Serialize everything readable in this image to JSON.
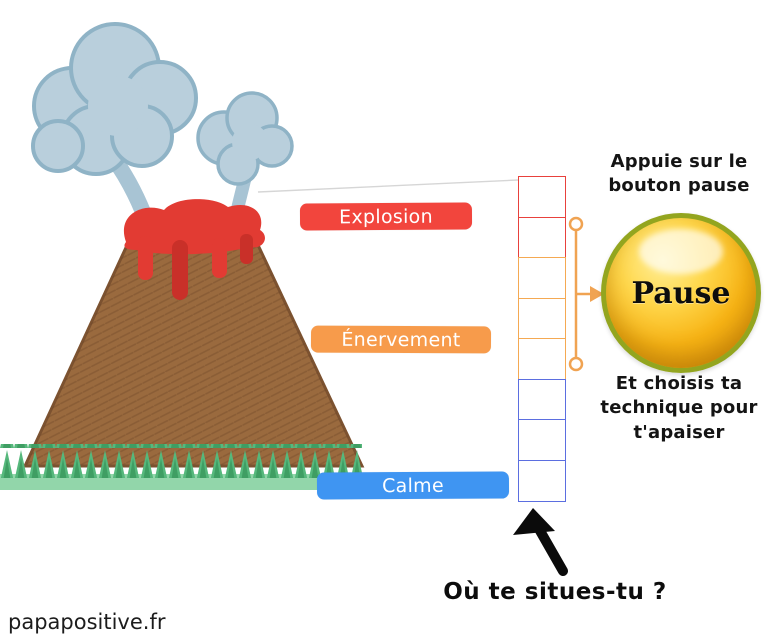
{
  "watermark": "papapositive.fr",
  "volcano": {
    "levels": [
      {
        "id": "explosion",
        "label": "Explosion",
        "color": "#f2453d"
      },
      {
        "id": "enervement",
        "label": "Énervement",
        "color": "#f79b4b"
      },
      {
        "id": "calme",
        "label": "Calme",
        "color": "#3f95f2"
      }
    ]
  },
  "scale": {
    "segments": [
      {
        "level": "explosion",
        "boxes": 2,
        "color": "#e8413c"
      },
      {
        "level": "enervement",
        "boxes": 3,
        "color": "#f5a952"
      },
      {
        "level": "calme",
        "boxes": 3,
        "color": "#5b6ee0"
      }
    ],
    "question": "Où te situes-tu ?"
  },
  "pause": {
    "label": "Pause",
    "instruction_top": "Appuie sur le bouton pause",
    "instruction_bottom": "Et choisis ta technique pour t'apaiser",
    "bracket_color": "#f0a352",
    "button_gold": "#f7b314",
    "button_rim": "#93a51f"
  }
}
